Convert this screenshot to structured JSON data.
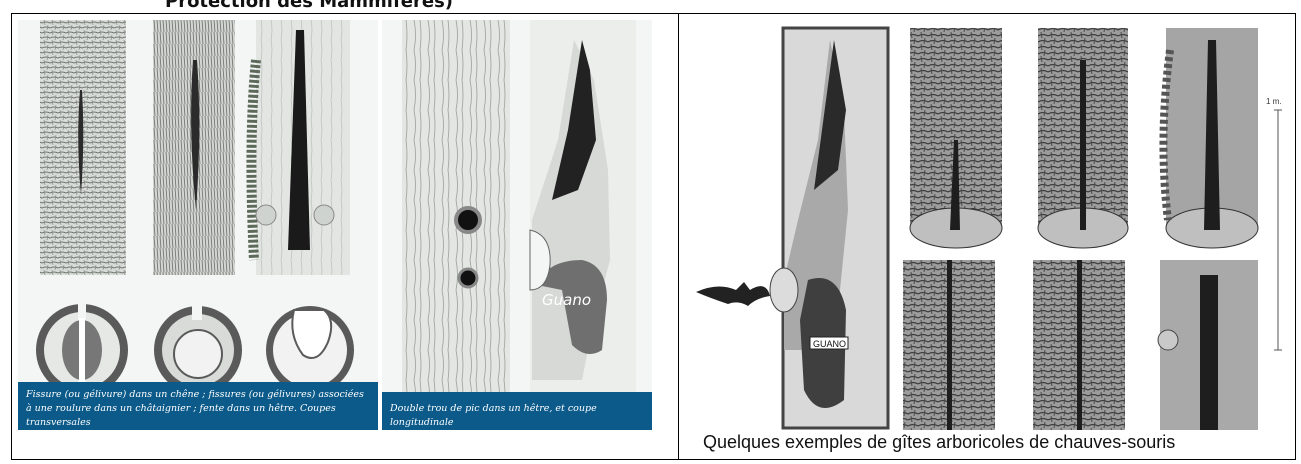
{
  "heading": "Protection des Mammifères)",
  "left_figure": {
    "caption_a": "Fissure (ou gélivure) dans un chêne ; fissures (ou gélivures) associées à une roulure dans un châtaignier ; fente dans un hêtre. Coupes transversales",
    "caption_b": "Double trou de pic dans un hêtre, et coupe longitudinale",
    "guano_label": "Guano"
  },
  "right_figure": {
    "guano_label": "GUANO",
    "scale_label": "1 m.",
    "caption": "Quelques exemples de gîtes arboricoles de chauves-souris"
  },
  "colors": {
    "caption_bar": "#0b5a8a",
    "bark_dark": "#5a5a5a",
    "bark_light": "#cfd3cf"
  }
}
